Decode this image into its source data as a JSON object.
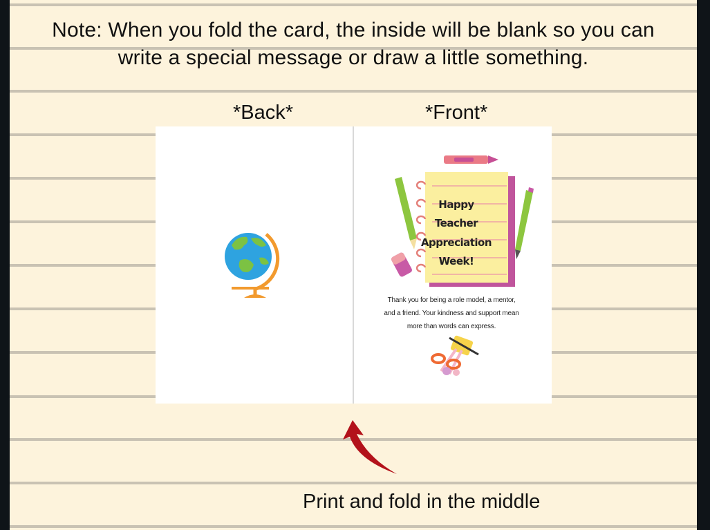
{
  "note": {
    "line1": "Note: When you fold the card, the inside will be blank so you can",
    "line2": "write a special message or draw a little something."
  },
  "labels": {
    "back": "*Back*",
    "front": "*Front*"
  },
  "card_front": {
    "title_lines": [
      "Happy",
      "Teacher",
      "Appreciation",
      "Week!"
    ],
    "message_lines": [
      "Thank you for being a role model, a mentor,",
      "and a friend. Your kindness and support mean",
      "more than words can express."
    ]
  },
  "instruction": "Print and fold in the middle",
  "colors": {
    "paper": "#fdf3dc",
    "rule": "#c9c2b3",
    "frame": "#0f1418",
    "arrow": "#b3121b"
  },
  "icons": [
    "globe-icon",
    "crayon-icon",
    "pencil-icon",
    "pen-icon",
    "eraser-icon",
    "notebook-icon",
    "scissors-icon",
    "curved-arrow-icon"
  ]
}
